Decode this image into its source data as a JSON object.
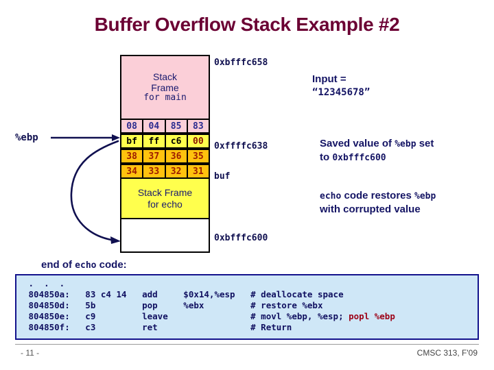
{
  "slide": {
    "title": "Buffer Overflow Stack Example #2",
    "page_number": "- 11 -",
    "course": "CMSC 313, F'09"
  },
  "diagram": {
    "frame_main": {
      "line1": "Stack",
      "line2": "Frame",
      "line3": "for main"
    },
    "frame_echo": {
      "line1": "Stack Frame",
      "line2": "for echo"
    },
    "byte_rows": [
      {
        "name": "return-address-row",
        "cells": [
          "08",
          "04",
          "85",
          "83"
        ]
      },
      {
        "name": "saved-ebp-row",
        "cells": [
          "bf",
          "ff",
          "c6",
          "00"
        ]
      },
      {
        "name": "buf-high-row",
        "cells": [
          "38",
          "37",
          "36",
          "35"
        ]
      },
      {
        "name": "buf-low-row",
        "cells": [
          "34",
          "33",
          "32",
          "31"
        ]
      }
    ],
    "pointer_label": "%ebp",
    "addr_top": "0xbfffc658",
    "addr_mid": "0xffffc638",
    "addr_bottom": "0xbfffc600",
    "buf_label": "buf"
  },
  "notes": {
    "input_line1": "Input =",
    "input_line2": "“12345678”",
    "saved_ebp_line1_a": "Saved value of ",
    "saved_ebp_line1_b": "%ebp",
    "saved_ebp_line1_c": " set",
    "saved_ebp_line2_a": "to ",
    "saved_ebp_line2_b": "0xbfffc600",
    "restore_line1_a": "echo",
    "restore_line1_b": " code restores ",
    "restore_line1_c": "%ebp",
    "restore_line2": "with corrupted value"
  },
  "code": {
    "caption_a": "end of ",
    "caption_b": "echo",
    "caption_c": " code:",
    "lines": [
      {
        "text": ".  .  ."
      },
      {
        "addr": "804850a:",
        "bytes": "83 c4 14",
        "mnemonic": "add",
        "operands": "$0x14,%esp",
        "comment": "# deallocate space"
      },
      {
        "addr": "804850d:",
        "bytes": "5b",
        "mnemonic": "pop",
        "operands": "%ebx",
        "comment": "# restore %ebx"
      },
      {
        "addr": "804850e:",
        "bytes": "c9",
        "mnemonic": "leave",
        "operands": "",
        "comment": "# movl %ebp, %esp; popl %ebp"
      },
      {
        "addr": "804850f:",
        "bytes": "c3",
        "mnemonic": "ret",
        "operands": "",
        "comment": "# Return"
      }
    ],
    "highlight_text": "popl %ebp"
  },
  "colors": {
    "title": "#6b0033",
    "frame_main_bg": "#fbcfd8",
    "frame_echo_bg": "#ffff4d",
    "buf_bg": "#ffc20e",
    "code_bg": "#cfe7f7",
    "code_border": "#12128c",
    "text_navy": "#141464",
    "highlight_red": "#9c0016"
  }
}
